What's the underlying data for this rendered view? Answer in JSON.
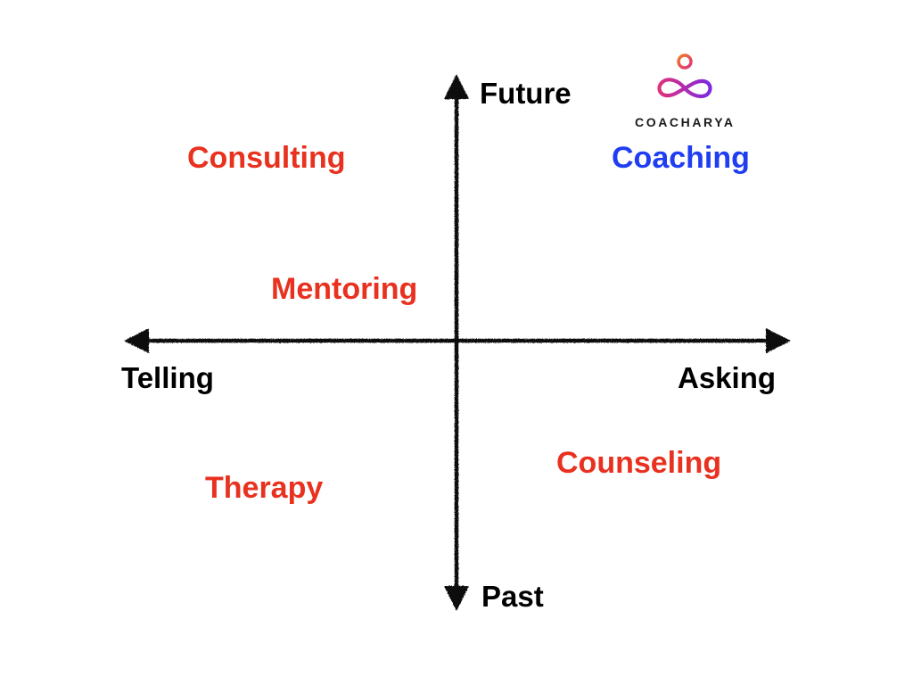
{
  "axes": {
    "top_label": "Future",
    "bottom_label": "Past",
    "left_label": "Telling",
    "right_label": "Asking"
  },
  "quadrant_terms": {
    "consulting": "Consulting",
    "coaching": "Coaching",
    "mentoring": "Mentoring",
    "therapy": "Therapy",
    "counseling": "Counseling"
  },
  "logo": {
    "text": "COACHARYA",
    "icon": "infinity-person-icon"
  },
  "colors": {
    "axis": "#111111",
    "axis_label": "#000000",
    "term_default": "#e8311f",
    "term_highlight": "#1f3df2",
    "logo_text": "#1a1a1a",
    "logo_pink": "#e0307a",
    "logo_purple": "#7a2ae0",
    "logo_orange": "#f07a28"
  }
}
